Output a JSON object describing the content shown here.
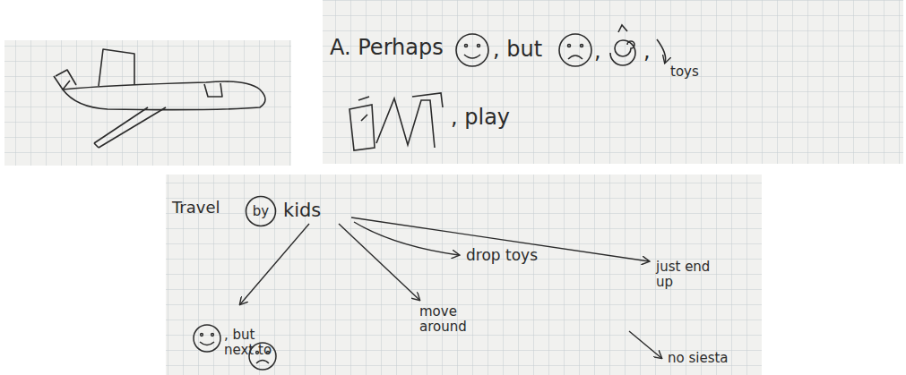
{
  "diagram": {
    "nodes": [
      {
        "text": [
          "by"
        ]
      }
    ],
    "labels": [
      "A. Perhaps",
      ", but",
      ",",
      ",",
      "toys",
      ", play",
      "Travel",
      "kids",
      ", but next to",
      "move around",
      "drop toys",
      "just end up",
      "no siesta"
    ]
  }
}
